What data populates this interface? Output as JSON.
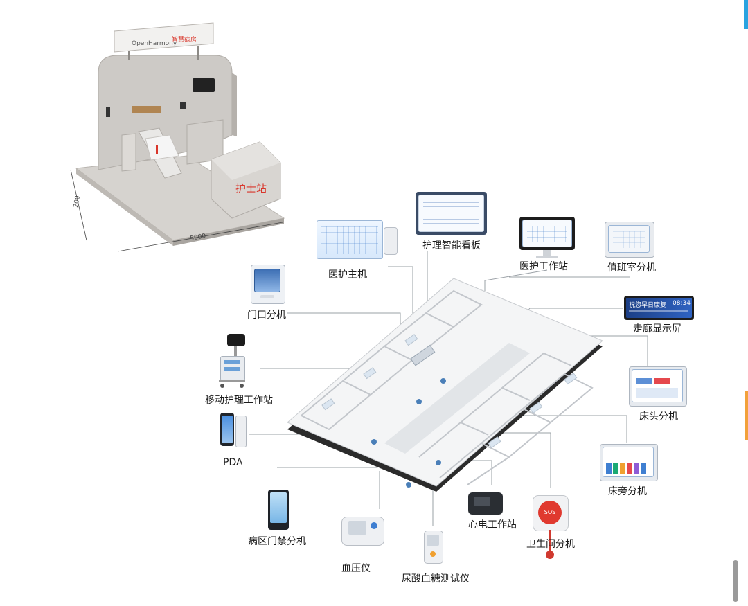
{
  "booth": {
    "sign_brand": "OpenHarmony",
    "sign_suffix": "智慧病房",
    "station_label": "护士站",
    "dim_width": "5000",
    "dim_depth": "200"
  },
  "devices": [
    {
      "id": "nursing-board",
      "label": "护理智能看板"
    },
    {
      "id": "medical-host",
      "label": "医护主机"
    },
    {
      "id": "medical-workstation",
      "label": "医护工作站"
    },
    {
      "id": "duty-room-extension",
      "label": "值班室分机"
    },
    {
      "id": "door-extension",
      "label": "门口分机"
    },
    {
      "id": "corridor-display",
      "label": "走廊显示屏"
    },
    {
      "id": "mobile-nursing-workstation",
      "label": "移动护理工作站"
    },
    {
      "id": "bedhead-extension",
      "label": "床头分机"
    },
    {
      "id": "pda",
      "label": "PDA"
    },
    {
      "id": "bedside-extension",
      "label": "床旁分机"
    },
    {
      "id": "ward-access-extension",
      "label": "病区门禁分机"
    },
    {
      "id": "ecg-workstation",
      "label": "心电工作站"
    },
    {
      "id": "bathroom-extension",
      "label": "卫生间分机"
    },
    {
      "id": "blood-pressure-meter",
      "label": "血压仪"
    },
    {
      "id": "uric-glucose-meter",
      "label": "尿酸血糖测试仪"
    }
  ],
  "corridor_display": {
    "message": "祝您早日康复",
    "time": "08:34"
  },
  "bathroom_button": {
    "text": "SOS"
  },
  "colors": {
    "accent": "#29a3e0",
    "station_red": "#d9362b",
    "booth_gray": "#c9c6c2"
  }
}
